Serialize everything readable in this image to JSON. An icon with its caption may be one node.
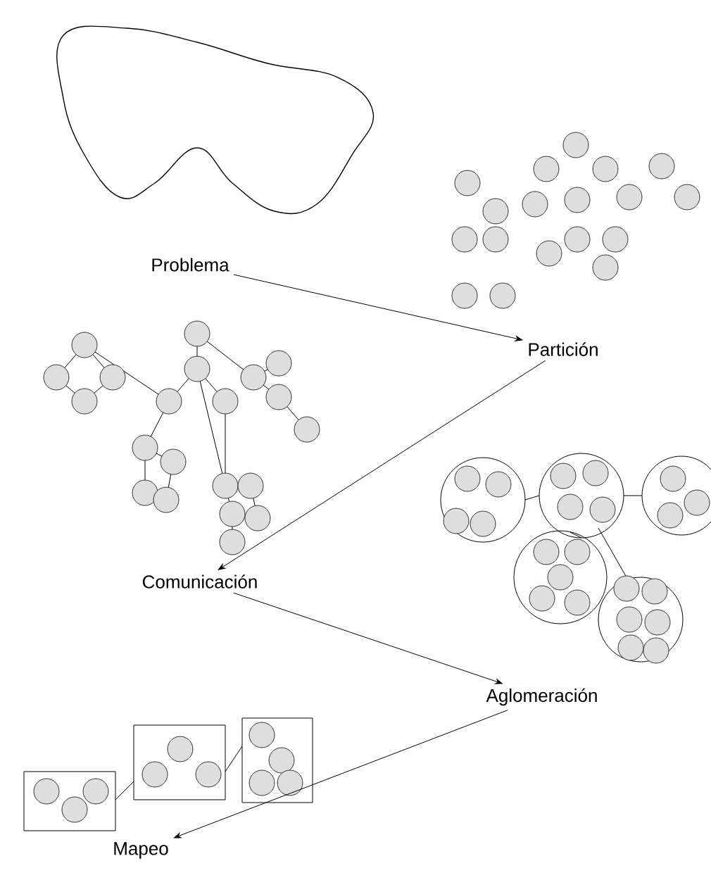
{
  "diagram": {
    "nodes": [
      {
        "text": [
          "Problema"
        ]
      },
      {
        "text": [
          "Partición"
        ]
      },
      {
        "text": [
          "Comunicación"
        ]
      },
      {
        "text": [
          "Aglomeración"
        ]
      },
      {
        "text": [
          "Mapeo"
        ]
      }
    ],
    "edges": [
      {
        "from": 0,
        "to": 1,
        "arrow": "to"
      },
      {
        "from": 1,
        "to": 2,
        "arrow": "to"
      },
      {
        "from": 2,
        "to": 3,
        "arrow": "to"
      },
      {
        "from": 3,
        "to": 4,
        "arrow": "to"
      }
    ]
  }
}
